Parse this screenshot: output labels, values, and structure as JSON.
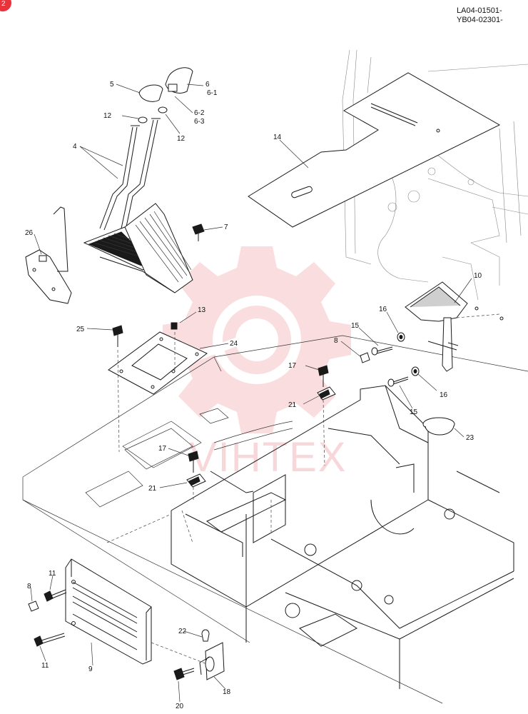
{
  "header": {
    "codes": [
      "LA04-01501-",
      "YB04-02301-"
    ],
    "corner_badge": "2"
  },
  "watermark": {
    "text": "VIHTEX",
    "color": "#e8323c"
  },
  "callouts": [
    "5",
    "6",
    "6-1",
    "6-2",
    "6-3",
    "12",
    "12",
    "4",
    "14",
    "7",
    "26",
    "13",
    "25",
    "24",
    "10",
    "16",
    "15",
    "8",
    "17",
    "21",
    "16",
    "15",
    "23",
    "17",
    "21",
    "11",
    "8",
    "11",
    "9",
    "22",
    "18",
    "20"
  ]
}
